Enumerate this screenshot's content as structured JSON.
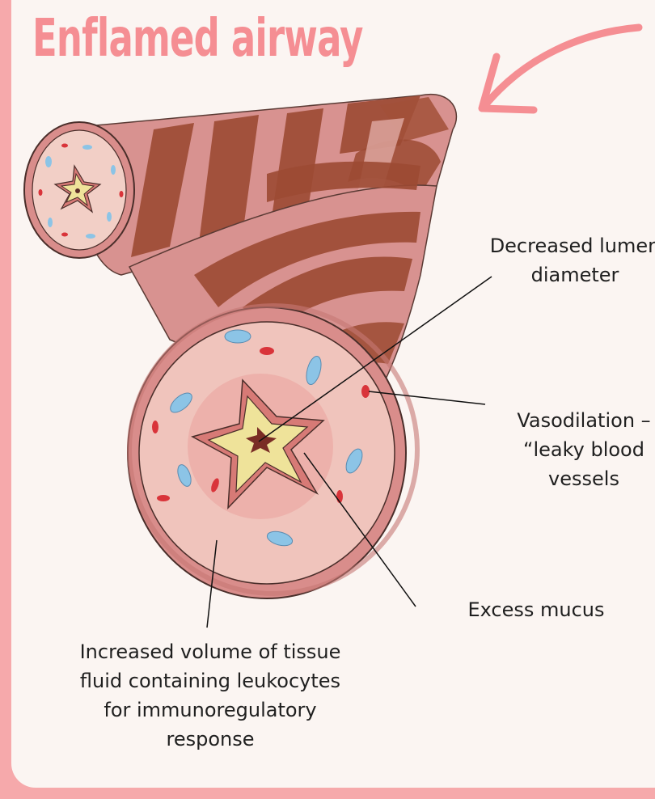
{
  "title": "Enflamed airway",
  "labels": {
    "lumen": [
      "Decreased lumen",
      "diameter"
    ],
    "vasodilation": [
      "Vasodilation –",
      "“leaky blood",
      "vessels"
    ],
    "mucus": "Excess mucus",
    "fluid": [
      "Increased volume of tissue",
      "fluid containing leukocytes",
      "for immunoregulatory",
      "response"
    ]
  },
  "colors": {
    "frame": "#f6a9ab",
    "background": "#fbf5f2",
    "title": "#f58e93",
    "wall": "#d98d8b",
    "muscle": "#9c4a33",
    "lumen_tissue": "#f0c4bc",
    "mucus": "#efe39a",
    "blood_red": "#d9343a",
    "blood_blue": "#8cc4e6"
  },
  "icons": [
    "curved-arrow-icon"
  ]
}
